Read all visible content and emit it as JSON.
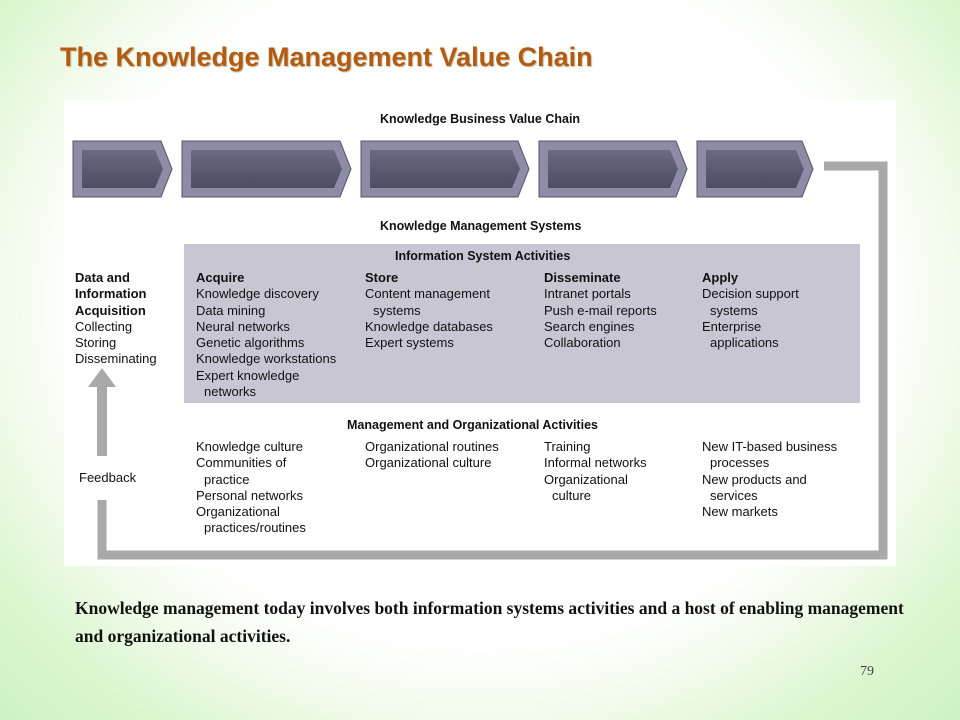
{
  "slide": {
    "title": "The Knowledge Management Value Chain",
    "caption": "Knowledge management today involves both information systems activities and a host of enabling management and organizational activities.",
    "page_number": "79"
  },
  "diagram": {
    "chain_title": "Knowledge Business Value Chain",
    "kms_title": "Knowledge Management Systems",
    "is_title": "Information System Activities",
    "mo_title": "Management and Organizational Activities",
    "feedback_label": "Feedback",
    "left_column": {
      "heading_1": "Data and",
      "heading_2": "Information",
      "heading_3": "Acquisition",
      "item_1": "Collecting",
      "item_2": "Storing",
      "item_3": "Disseminating"
    },
    "is_columns": {
      "acquire": {
        "heading": "Acquire",
        "l1": "Knowledge discovery",
        "l2": "Data mining",
        "l3": "Neural networks",
        "l4": "Genetic algorithms",
        "l5": "Knowledge workstations",
        "l6": "Expert knowledge",
        "l7": "networks"
      },
      "store": {
        "heading": "Store",
        "l1": "Content management",
        "l2": "systems",
        "l3": "Knowledge databases",
        "l4": "Expert systems"
      },
      "disseminate": {
        "heading": "Disseminate",
        "l1": "Intranet portals",
        "l2": "Push e-mail reports",
        "l3": "Search engines",
        "l4": "Collaboration"
      },
      "apply": {
        "heading": "Apply",
        "l1": "Decision support",
        "l2": "systems",
        "l3": "Enterprise",
        "l4": "applications"
      }
    },
    "mo_columns": {
      "col1": {
        "l1": "Knowledge culture",
        "l2": "Communities of",
        "l3": "practice",
        "l4": "Personal networks",
        "l5": "Organizational",
        "l6": "practices/routines"
      },
      "col2": {
        "l1": "Organizational routines",
        "l2": "Organizational culture"
      },
      "col3": {
        "l1": "Training",
        "l2": "Informal networks",
        "l3": "Organizational",
        "l4": "culture"
      },
      "col4": {
        "l1": "New IT-based business",
        "l2": "processes",
        "l3": "New products and",
        "l4": "services",
        "l5": "New markets"
      }
    },
    "colors": {
      "arrow_face": "#5e5c74",
      "arrow_edge": "#8d8ba6",
      "panel_fill": "#c9c6d3",
      "loop_gray": "#a9a9a9",
      "title_orange": "#b35c0f"
    }
  }
}
